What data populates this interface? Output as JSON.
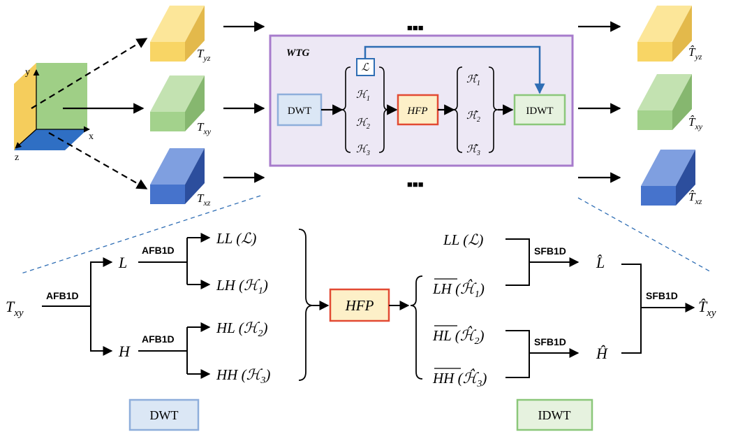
{
  "axes": {
    "x": "x",
    "y": "y",
    "z": "z"
  },
  "tensors_in": {
    "yz": "T",
    "yz_sub": "yz",
    "xy": "T",
    "xy_sub": "xy",
    "xz": "T",
    "xz_sub": "xz"
  },
  "tensors_out": {
    "yz": "T̂",
    "yz_sub": "yz",
    "xy": "T̂",
    "xy_sub": "xy",
    "xz": "T̂",
    "xz_sub": "xz"
  },
  "ellipsis": "■■■",
  "wtg": {
    "title": "WTG",
    "dwt": "DWT",
    "idwt": "IDWT",
    "hfp": "HFP",
    "L": "ℒ",
    "H1": "ℋ",
    "H1_sub": "1",
    "H2": "ℋ",
    "H2_sub": "2",
    "H3": "ℋ",
    "H3_sub": "3",
    "Hh1": "ℋ̂",
    "Hh1_sub": "1",
    "Hh2": "ℋ̂",
    "Hh2_sub": "2",
    "Hh3": "ℋ̂",
    "Hh3_sub": "3"
  },
  "pipeline": {
    "input": "T",
    "input_sub": "xy",
    "afb": "AFB1D",
    "L": "L",
    "H": "H",
    "LL": "LL (ℒ)",
    "LH": "LH (ℋ",
    "LH_sub": "1",
    "LH_close": ")",
    "HL": "HL (ℋ",
    "HL_sub": "2",
    "HL_close": ")",
    "HH": "HH (ℋ",
    "HH_sub": "3",
    "HH_close": ")",
    "hfp": "HFP",
    "LL_out": "LL (ℒ)",
    "LH_out": "LH (ℋ̂",
    "LH_out_sub": "1",
    "HL_out": "HL (ℋ̂",
    "HL_out_sub": "2",
    "HH_out": "HH (ℋ̂",
    "HH_out_sub": "3",
    "sfb": "SFB1D",
    "L_hat": "L̂",
    "H_hat": "Ĥ",
    "output": "T̂",
    "output_sub": "xy",
    "dwt_label": "DWT",
    "idwt_label": "IDWT"
  }
}
